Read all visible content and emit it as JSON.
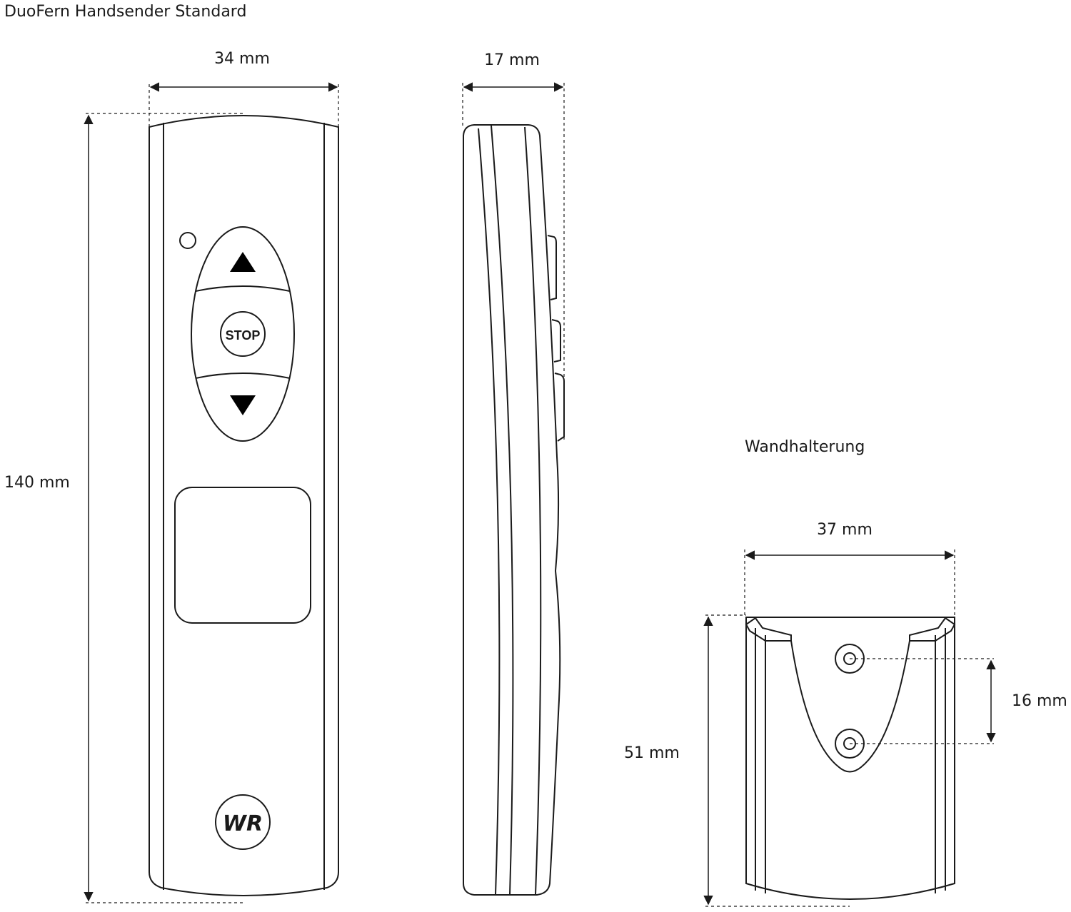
{
  "title": "DuoFern Handsender Standard",
  "remote": {
    "width_label": "34 mm",
    "height_label": "140 mm",
    "stop_label": "STOP",
    "logo_text": "WR"
  },
  "side": {
    "depth_label": "17 mm"
  },
  "holder": {
    "title": "Wandhalterung",
    "width_label": "37 mm",
    "height_label": "51 mm",
    "hole_spacing_label": "16 mm"
  }
}
